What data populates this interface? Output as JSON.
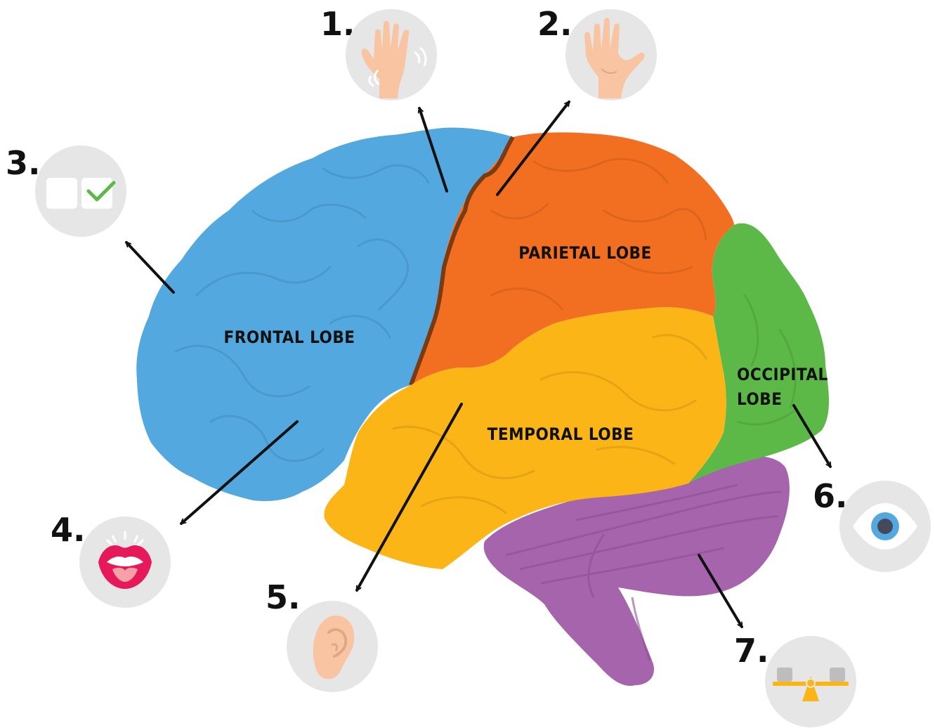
{
  "lobes": {
    "frontal": "FRONTAL LOBE",
    "parietal": "PARIETAL LOBE",
    "occipital_line1": "OCCIPITAL",
    "occipital_line2": "LOBE",
    "temporal": "TEMPORAL LOBE"
  },
  "callouts": [
    {
      "number": "1.",
      "icon": "hand-sensation-icon"
    },
    {
      "number": "2.",
      "icon": "open-hand-icon"
    },
    {
      "number": "3.",
      "icon": "checkbox-decision-icon"
    },
    {
      "number": "4.",
      "icon": "speaking-mouth-icon"
    },
    {
      "number": "5.",
      "icon": "ear-icon"
    },
    {
      "number": "6.",
      "icon": "eye-icon"
    },
    {
      "number": "7.",
      "icon": "balance-seesaw-icon"
    }
  ],
  "colors": {
    "frontal": "#53a9df",
    "parietal": "#f26f22",
    "occipital": "#5db947",
    "temporal": "#fbb517",
    "cerebellum": "#a564ab",
    "icon_bg": "#e6e6e6",
    "arrow": "#111111"
  }
}
